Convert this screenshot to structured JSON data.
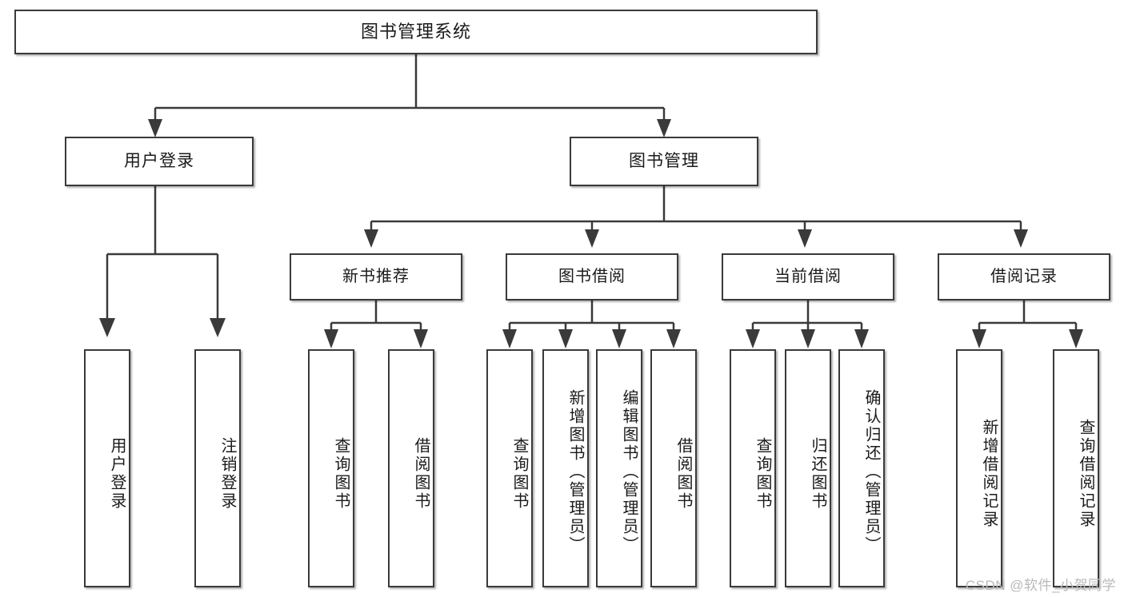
{
  "diagram": {
    "title": "图书管理系统",
    "type": "hierarchy-tree",
    "root": {
      "label": "图书管理系统"
    },
    "level1": [
      {
        "label": "用户登录"
      },
      {
        "label": "图书管理"
      }
    ],
    "level2": [
      {
        "label": "新书推荐"
      },
      {
        "label": "图书借阅"
      },
      {
        "label": "当前借阅"
      },
      {
        "label": "借阅记录"
      }
    ],
    "leaves": {
      "user_login": [
        {
          "label": "用户登录"
        },
        {
          "label": "注销登录"
        }
      ],
      "new_book_recommend": [
        {
          "label": "查询图书"
        },
        {
          "label": "借阅图书"
        }
      ],
      "book_borrow": [
        {
          "label": "查询图书"
        },
        {
          "label": "新增图书（管理员）"
        },
        {
          "label": "编辑图书（管理员）"
        },
        {
          "label": "借阅图书"
        }
      ],
      "current_borrow": [
        {
          "label": "查询图书"
        },
        {
          "label": "归还图书"
        },
        {
          "label": "确认归还（管理员）"
        }
      ],
      "borrow_record": [
        {
          "label": "新增借阅记录"
        },
        {
          "label": "查询借阅记录"
        }
      ]
    }
  },
  "watermark": {
    "text": "CSDN @软件_小贺同学"
  },
  "colors": {
    "border": "#3a3a3a",
    "text": "#1a1a1a",
    "background": "#ffffff",
    "watermark": "#b9b9b9"
  }
}
